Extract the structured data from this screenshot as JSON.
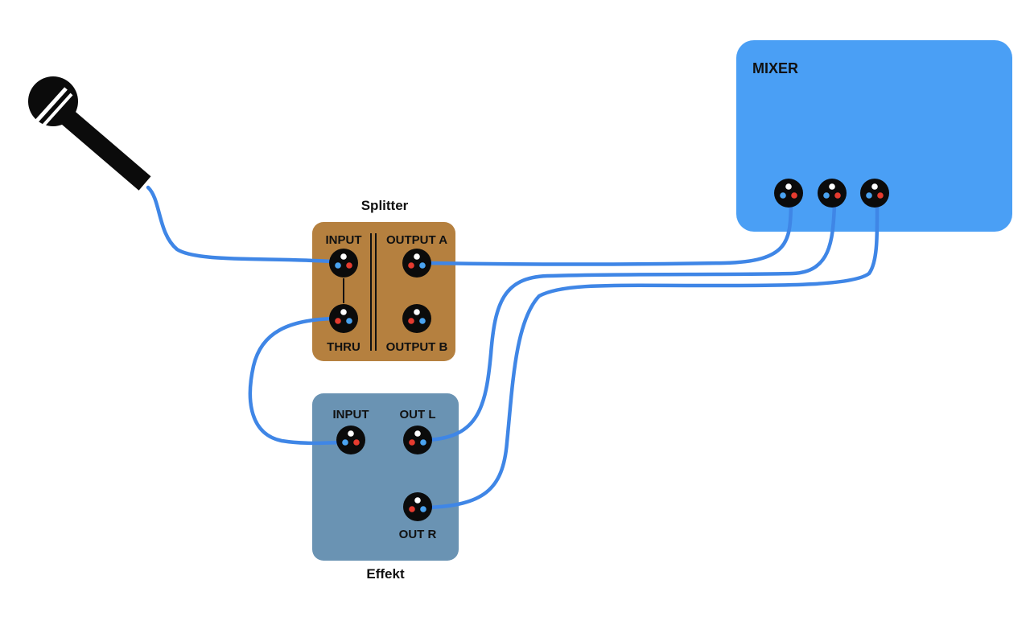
{
  "colors": {
    "mixer": "#4a9ff5",
    "splitter": "#b5803f",
    "effekt": "#6a93b3",
    "cable": "#3f86e6",
    "jack": "#0b0b0b",
    "pin_white": "#ffffff",
    "pin_blue": "#4aa3f0",
    "pin_red": "#e53b2f"
  },
  "mixer": {
    "label": "MIXER"
  },
  "splitter": {
    "title": "Splitter",
    "input_label": "INPUT",
    "output_a_label": "OUTPUT A",
    "thru_label": "THRU",
    "output_b_label": "OUTPUT B"
  },
  "effekt": {
    "title": "Effekt",
    "input_label": "INPUT",
    "out_l_label": "OUT L",
    "out_r_label": "OUT R"
  },
  "icons": {
    "microphone": "microphone-icon",
    "jack": "xlr-jack-icon"
  }
}
